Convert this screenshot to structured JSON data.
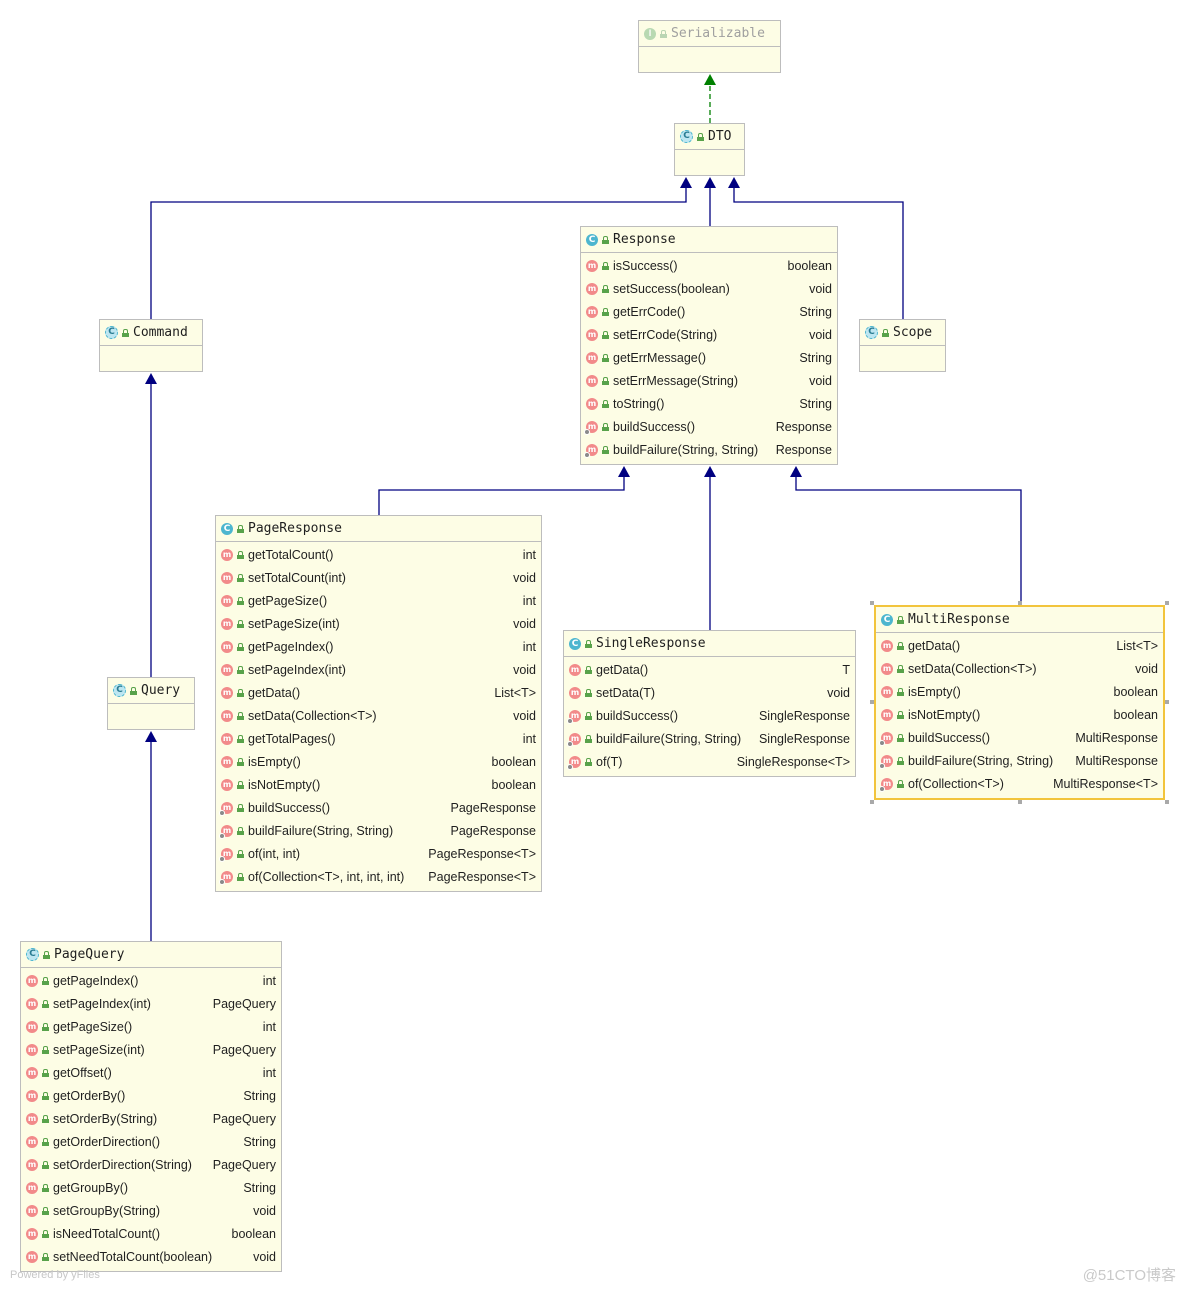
{
  "colors": {
    "inherit_edge": "#000080",
    "implements_edge": "#008000",
    "node_fill": "#fdfde5",
    "node_border": "#bdbdbd",
    "selected_border": "#f2c43c",
    "method_icon": "#f28a8a",
    "class_icon": "#4db6cf"
  },
  "icons": {
    "class": "class-icon",
    "abstract_class": "abstract-class-icon",
    "interface": "interface-icon",
    "method": "method-icon",
    "static_method": "static-method-icon",
    "visibility": "public-lock-icon"
  },
  "classes": {
    "serializable": {
      "name": "Serializable",
      "kind": "interface",
      "icon_letter": "I",
      "methods": []
    },
    "dto": {
      "name": "DTO",
      "kind": "abstract",
      "icon_letter": "C",
      "methods": []
    },
    "command": {
      "name": "Command",
      "kind": "abstract",
      "icon_letter": "C",
      "methods": []
    },
    "scope": {
      "name": "Scope",
      "kind": "abstract",
      "icon_letter": "C",
      "methods": []
    },
    "query": {
      "name": "Query",
      "kind": "abstract",
      "icon_letter": "C",
      "methods": []
    },
    "response": {
      "name": "Response",
      "kind": "class",
      "icon_letter": "C",
      "methods": [
        {
          "name": "isSuccess()",
          "type": "boolean",
          "static": false
        },
        {
          "name": "setSuccess(boolean)",
          "type": "void",
          "static": false
        },
        {
          "name": "getErrCode()",
          "type": "String",
          "static": false
        },
        {
          "name": "setErrCode(String)",
          "type": "void",
          "static": false
        },
        {
          "name": "getErrMessage()",
          "type": "String",
          "static": false
        },
        {
          "name": "setErrMessage(String)",
          "type": "void",
          "static": false
        },
        {
          "name": "toString()",
          "type": "String",
          "static": false
        },
        {
          "name": "buildSuccess()",
          "type": "Response",
          "static": true
        },
        {
          "name": "buildFailure(String, String)",
          "type": "Response",
          "static": true
        }
      ]
    },
    "page_response": {
      "name": "PageResponse",
      "kind": "class",
      "icon_letter": "C",
      "methods": [
        {
          "name": "getTotalCount()",
          "type": "int",
          "static": false
        },
        {
          "name": "setTotalCount(int)",
          "type": "void",
          "static": false
        },
        {
          "name": "getPageSize()",
          "type": "int",
          "static": false
        },
        {
          "name": "setPageSize(int)",
          "type": "void",
          "static": false
        },
        {
          "name": "getPageIndex()",
          "type": "int",
          "static": false
        },
        {
          "name": "setPageIndex(int)",
          "type": "void",
          "static": false
        },
        {
          "name": "getData()",
          "type": "List<T>",
          "static": false
        },
        {
          "name": "setData(Collection<T>)",
          "type": "void",
          "static": false
        },
        {
          "name": "getTotalPages()",
          "type": "int",
          "static": false
        },
        {
          "name": "isEmpty()",
          "type": "boolean",
          "static": false
        },
        {
          "name": "isNotEmpty()",
          "type": "boolean",
          "static": false
        },
        {
          "name": "buildSuccess()",
          "type": "PageResponse",
          "static": true
        },
        {
          "name": "buildFailure(String, String)",
          "type": "PageResponse",
          "static": true
        },
        {
          "name": "of(int, int)",
          "type": "PageResponse<T>",
          "static": true
        },
        {
          "name": "of(Collection<T>, int, int, int)",
          "type": "PageResponse<T>",
          "static": true
        }
      ]
    },
    "single_response": {
      "name": "SingleResponse",
      "kind": "class",
      "icon_letter": "C",
      "methods": [
        {
          "name": "getData()",
          "type": "T",
          "static": false
        },
        {
          "name": "setData(T)",
          "type": "void",
          "static": false
        },
        {
          "name": "buildSuccess()",
          "type": "SingleResponse",
          "static": true
        },
        {
          "name": "buildFailure(String, String)",
          "type": "SingleResponse",
          "static": true
        },
        {
          "name": "of(T)",
          "type": "SingleResponse<T>",
          "static": true
        }
      ]
    },
    "multi_response": {
      "name": "MultiResponse",
      "kind": "class",
      "icon_letter": "C",
      "methods": [
        {
          "name": "getData()",
          "type": "List<T>",
          "static": false
        },
        {
          "name": "setData(Collection<T>)",
          "type": "void",
          "static": false
        },
        {
          "name": "isEmpty()",
          "type": "boolean",
          "static": false
        },
        {
          "name": "isNotEmpty()",
          "type": "boolean",
          "static": false
        },
        {
          "name": "buildSuccess()",
          "type": "MultiResponse",
          "static": true
        },
        {
          "name": "buildFailure(String, String)",
          "type": "MultiResponse",
          "static": true
        },
        {
          "name": "of(Collection<T>)",
          "type": "MultiResponse<T>",
          "static": true
        }
      ]
    },
    "page_query": {
      "name": "PageQuery",
      "kind": "abstract",
      "icon_letter": "C",
      "methods": [
        {
          "name": "getPageIndex()",
          "type": "int",
          "static": false
        },
        {
          "name": "setPageIndex(int)",
          "type": "PageQuery",
          "static": false
        },
        {
          "name": "getPageSize()",
          "type": "int",
          "static": false
        },
        {
          "name": "setPageSize(int)",
          "type": "PageQuery",
          "static": false
        },
        {
          "name": "getOffset()",
          "type": "int",
          "static": false
        },
        {
          "name": "getOrderBy()",
          "type": "String",
          "static": false
        },
        {
          "name": "setOrderBy(String)",
          "type": "PageQuery",
          "static": false
        },
        {
          "name": "getOrderDirection()",
          "type": "String",
          "static": false
        },
        {
          "name": "setOrderDirection(String)",
          "type": "PageQuery",
          "static": false
        },
        {
          "name": "getGroupBy()",
          "type": "String",
          "static": false
        },
        {
          "name": "setGroupBy(String)",
          "type": "void",
          "static": false
        },
        {
          "name": "isNeedTotalCount()",
          "type": "boolean",
          "static": false
        },
        {
          "name": "setNeedTotalCount(boolean)",
          "type": "void",
          "static": false
        }
      ]
    }
  },
  "relations": [
    {
      "from": "dto",
      "to": "serializable",
      "type": "implements"
    },
    {
      "from": "command",
      "to": "dto",
      "type": "extends"
    },
    {
      "from": "response",
      "to": "dto",
      "type": "extends"
    },
    {
      "from": "scope",
      "to": "dto",
      "type": "extends"
    },
    {
      "from": "query",
      "to": "command",
      "type": "extends"
    },
    {
      "from": "page_query",
      "to": "query",
      "type": "extends"
    },
    {
      "from": "page_response",
      "to": "response",
      "type": "extends"
    },
    {
      "from": "single_response",
      "to": "response",
      "type": "extends"
    },
    {
      "from": "multi_response",
      "to": "response",
      "type": "extends"
    }
  ],
  "selected": "multi_response",
  "footer": "Powered by yFiles",
  "watermark": "@51CTO博客"
}
